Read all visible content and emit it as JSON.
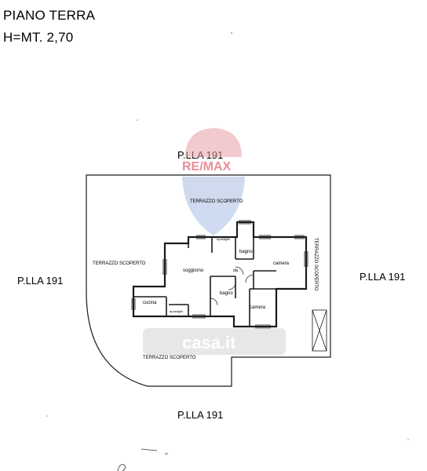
{
  "header": {
    "title": "PIANO TERRA",
    "height": "H=MT. 2,70"
  },
  "parcels": {
    "top": "P.LLA 191",
    "left": "P.LLA 191",
    "right": "P.LLA 191",
    "bottom": "P.LLA 191"
  },
  "terraces": {
    "north": "TERRAZZO SCOPERTO",
    "west": "TERRAZZO SCOPERTO",
    "south": "TERRAZZO SCOPERTO",
    "east": "TERRAZZO SCOPERTO"
  },
  "rooms": {
    "soggiorno": "soggiorno",
    "cucina": "cucina",
    "bagno1": "bagno",
    "bagno2": "bagno",
    "camera1": "camera",
    "camera2": "camera",
    "disimpegno": "dis.",
    "ripostiglio1": "ripostiglio",
    "ripostiglio2": "ripostiglio"
  },
  "watermarks": {
    "agency": "RE/MAX",
    "portal": "casa.it"
  },
  "colors": {
    "line": "#1a1a1a",
    "remax_red": "#d9333f",
    "remax_blue": "#3b5fa8",
    "watermark_gray": "#c9c9c9"
  }
}
